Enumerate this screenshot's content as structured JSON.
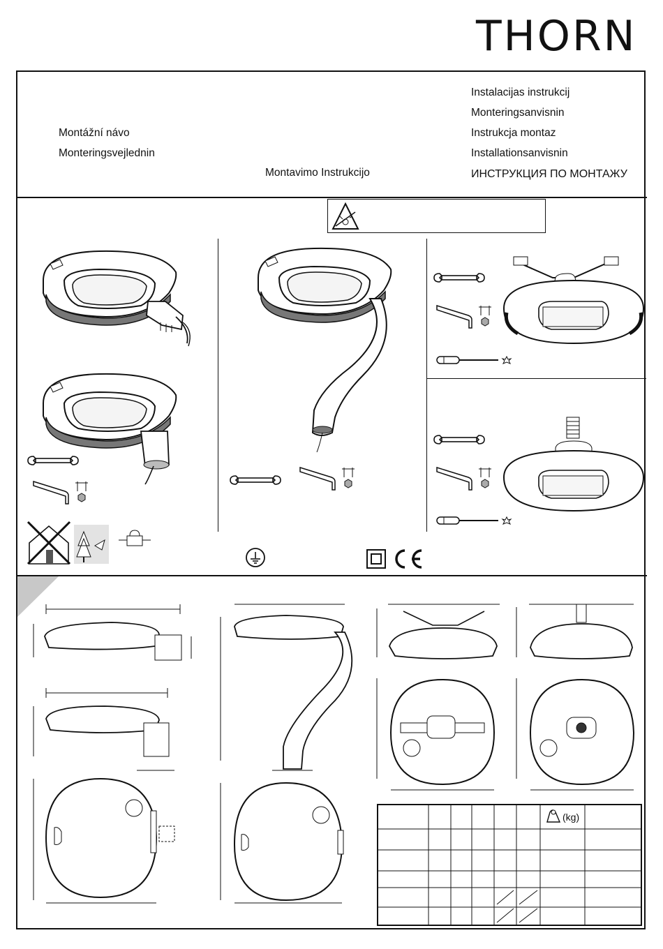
{
  "brand": {
    "logo": "THORN"
  },
  "instructions_left": [
    "Montážní návo",
    "Monteringsvejlednin"
  ],
  "instructions_center": "Montavimo Instrukcijo",
  "instructions_right": [
    "Instalacijas instrukcij",
    "Monteringsanvisnin",
    "Instrukcja montaz",
    "Installationsanvisnin",
    "ИНСТРУКЦИЯ ПО МОНТАЖУ"
  ],
  "luminaire_label": "THORN",
  "weight_table": {
    "unit_label": "(kg)"
  },
  "icons": {
    "warning": "no-look-at-light-icon",
    "wrench": "open-end-wrench-icon",
    "hex_key": "hex-key-icon",
    "screwdriver": "torx-screwdriver-icon",
    "earth": "earth-ground-icon",
    "class2": "class-ii-double-insulation-icon",
    "ce": "ce-mark-icon",
    "no_indoor": "no-indoor-use-icon",
    "outdoor": "outdoor-use-icon",
    "lock": "padlock-icon"
  }
}
